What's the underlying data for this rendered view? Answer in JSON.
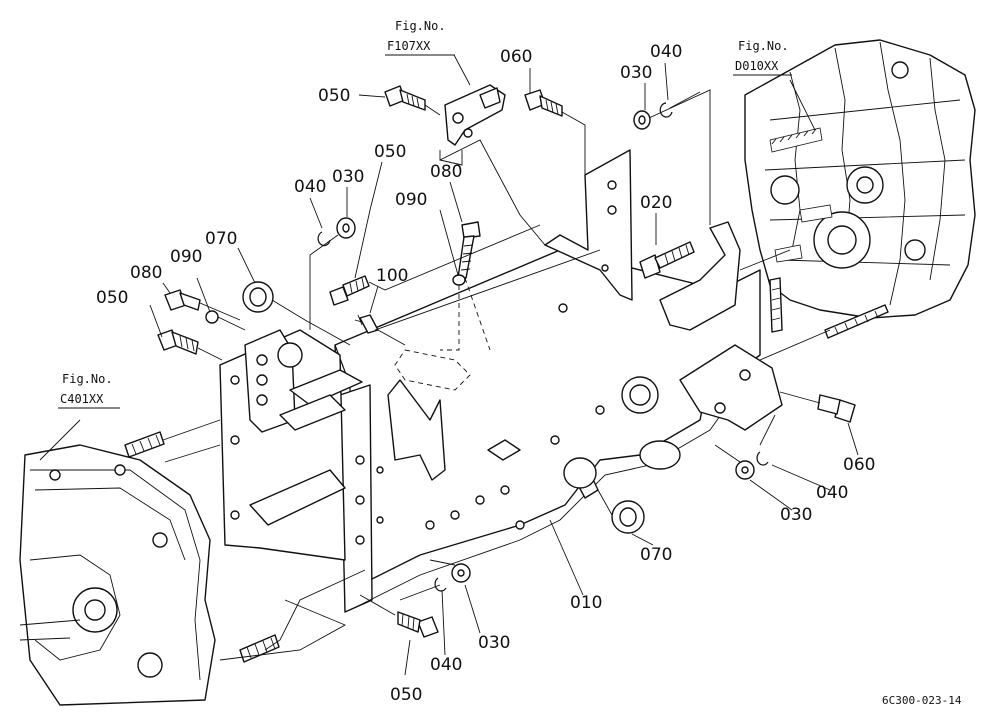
{
  "figure_refs": {
    "f107": {
      "line1": "Fig.No.",
      "line2": "F107XX"
    },
    "d010": {
      "line1": "Fig.No.",
      "line2": "D010XX"
    },
    "c401": {
      "line1": "Fig.No.",
      "line2": "C401XX"
    }
  },
  "labels": {
    "p050_a": "050",
    "p060_a": "060",
    "p030_a": "030",
    "p040_a": "040",
    "p050_b": "050",
    "p030_b": "030",
    "p040_b": "040",
    "p080_a": "080",
    "p090_a": "090",
    "p020": "020",
    "p070_a": "070",
    "p080_b": "080",
    "p090_b": "090",
    "p100": "100",
    "p050_c": "050",
    "p060_b": "060",
    "p040_c": "040",
    "p030_c": "030",
    "p070_b": "070",
    "p010": "010",
    "p030_d": "030",
    "p040_d": "040",
    "p050_d": "050"
  },
  "drawing_code": "6C300-023-14"
}
